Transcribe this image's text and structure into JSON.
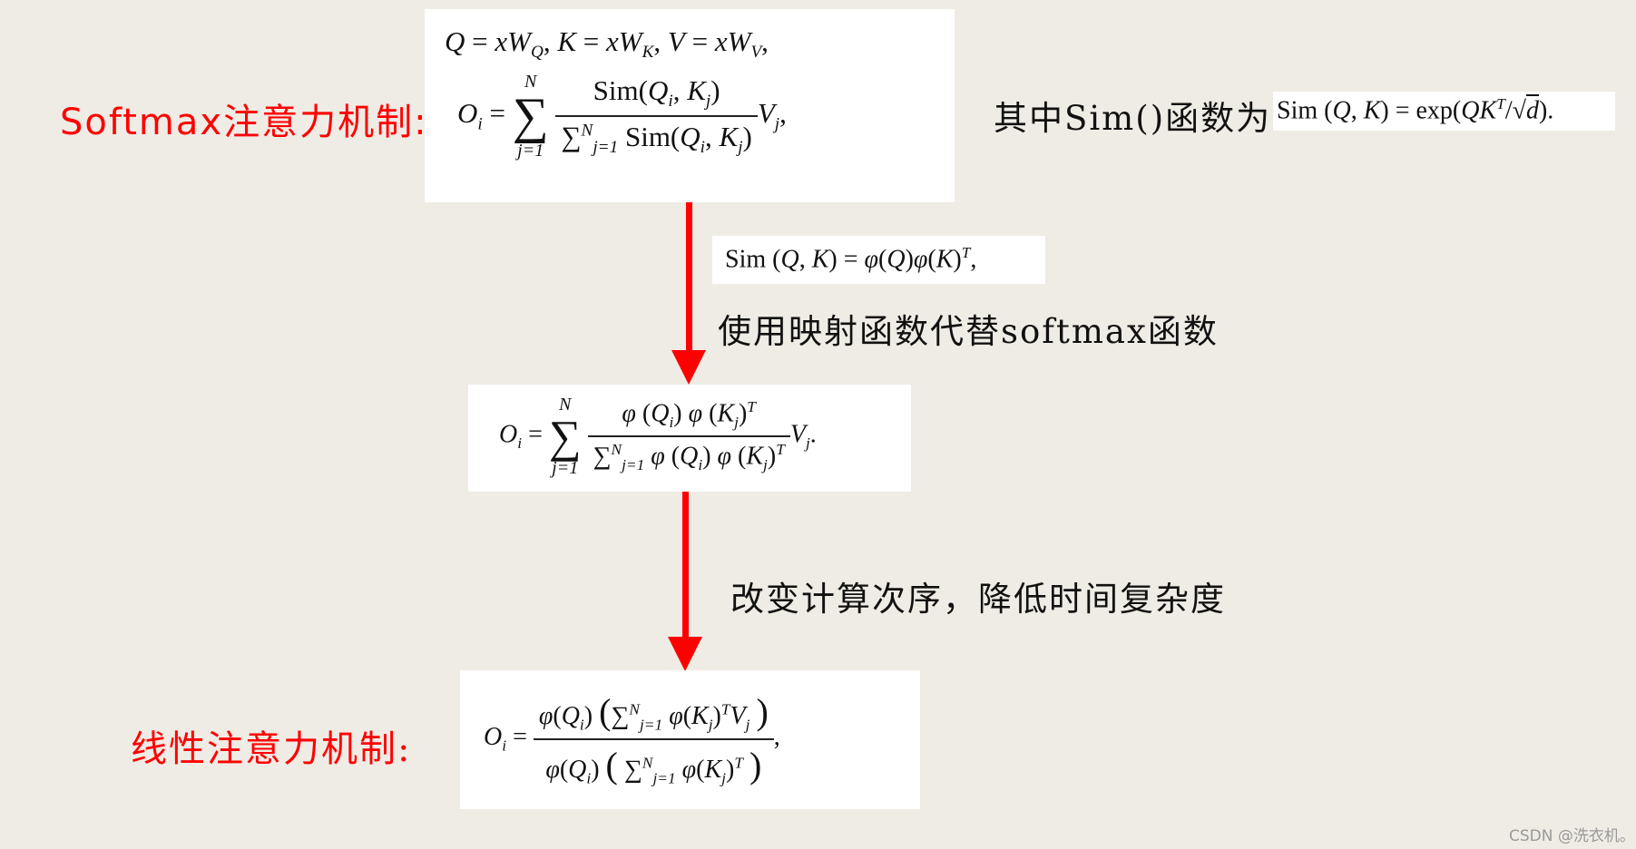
{
  "labels": {
    "softmax_attention": "Softmax注意力机制:",
    "sim_function_intro": "其中Sim()函数为:",
    "step1_caption": "使用映射函数代替softmax函数",
    "step2_caption": "改变计算次序，降低时间复杂度",
    "linear_attention": "线性注意力机制:"
  },
  "formulas": {
    "qkv": "Q = xW_Q, K = xW_K, V = xW_V,",
    "softmax_output": "O_i = Σ_{j=1}^{N} Sim(Q_i, K_j) / Σ_{j=1}^{N} Sim(Q_i, K_j) · V_j,",
    "sim_exp": "Sim(Q, K) = exp(QK^T / √d).",
    "sim_phi": "Sim(Q, K) = φ(Q)φ(K)^T,",
    "kernel_output": "O_i = Σ_{j=1}^{N} φ(Q_i)φ(K_j)^T / Σ_{j=1}^{N} φ(Q_i)φ(K_j)^T · V_j.",
    "linear_output": "O_i = φ(Q_i)(Σ_{j=1}^{N} φ(K_j)^T V_j) / φ(Q_i)(Σ_{j=1}^{N} φ(K_j)^T),"
  },
  "colors": {
    "background": "#efece5",
    "arrow": "#ff0000",
    "highlight_label": "#ff0000",
    "formula_box": "#ffffff"
  },
  "watermark": "CSDN @洗衣机。"
}
